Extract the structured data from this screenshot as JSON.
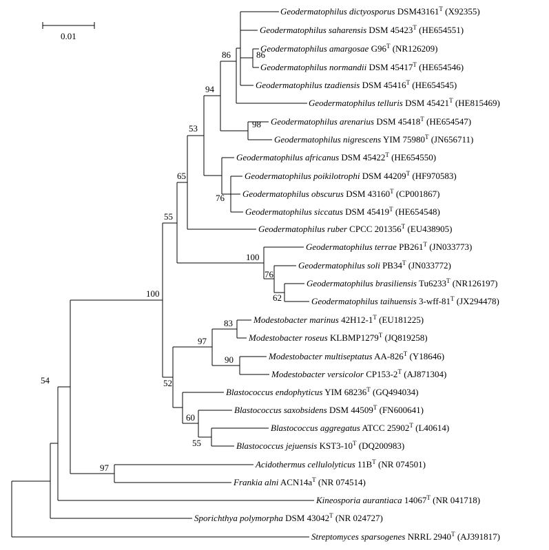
{
  "scale_bar": {
    "label": "0.01"
  },
  "taxa": [
    {
      "id": "t1",
      "genus": "Geodermatophilus",
      "species": "dictyosporus",
      "strain": "DSM43161",
      "acc": "(X92355)"
    },
    {
      "id": "t2",
      "genus": "Geodermatophilus",
      "species": "saharensis",
      "strain": "DSM 45423",
      "acc": "(HE654551)"
    },
    {
      "id": "t3",
      "genus": "Geodermatophilus",
      "species": "amargosae",
      "strain": "G96",
      "acc": "(NR126209)"
    },
    {
      "id": "t4",
      "genus": "Geodermatophilus",
      "species": "normandii",
      "strain": "DSM 45417",
      "acc": "(HE654546)"
    },
    {
      "id": "t5",
      "genus": "Geodermatophilus",
      "species": "tzadiensis",
      "strain": "DSM 45416",
      "acc": "(HE654545)"
    },
    {
      "id": "t6",
      "genus": "Geodermatophilus",
      "species": "telluris",
      "strain": "DSM 45421",
      "acc": "(HE815469)"
    },
    {
      "id": "t7",
      "genus": "Geodermatophilus",
      "species": "arenarius",
      "strain": "DSM 45418",
      "acc": "(HE654547)"
    },
    {
      "id": "t8",
      "genus": "Geodermatophilus",
      "species": "nigrescens",
      "strain": "YIM 75980",
      "acc": "(JN656711)"
    },
    {
      "id": "t9",
      "genus": "Geodermatophilus",
      "species": "africanus",
      "strain": "DSM 45422",
      "acc": "(HE654550)"
    },
    {
      "id": "t10",
      "genus": "Geodermatophilus",
      "species": "poikilotrophi",
      "strain": "DSM 44209",
      "acc": "(HF970583)"
    },
    {
      "id": "t11",
      "genus": "Geodermatophilus",
      "species": "obscurus",
      "strain": "DSM 43160",
      "acc": "(CP001867)"
    },
    {
      "id": "t12",
      "genus": "Geodermatophilus",
      "species": "siccatus",
      "strain": "DSM 45419",
      "acc": "(HE654548)"
    },
    {
      "id": "t13",
      "genus": "Geodermatophilus",
      "species": "ruber",
      "strain": "CPCC 201356",
      "acc": "(EU438905)"
    },
    {
      "id": "t14",
      "genus": "Geodermatophilus",
      "species": "terrae",
      "strain": "PB261",
      "acc": "(JN033773)"
    },
    {
      "id": "t15",
      "genus": "Geodermatophilus",
      "species": "soli",
      "strain": "PB34",
      "acc": "(JN033772)"
    },
    {
      "id": "t16",
      "genus": "Geodermatophilus",
      "species": "brasiliensis",
      "strain": "Tu6233",
      "acc": "(NR126197)"
    },
    {
      "id": "t17",
      "genus": "Geodermatophilus",
      "species": "taihuensis",
      "strain": "3-wff-81",
      "acc": "(JX294478)"
    },
    {
      "id": "t18",
      "genus": "Modestobacter",
      "species": "marinus",
      "strain": "42H12-1",
      "acc": "(EU181225)"
    },
    {
      "id": "t19",
      "genus": "Modestobacter",
      "species": "roseus",
      "strain": "KLBMP1279",
      "acc": "(JQ819258)"
    },
    {
      "id": "t20",
      "genus": "Modestobacter",
      "species": "multiseptatus",
      "strain": "AA-826",
      "acc": "(Y18646)"
    },
    {
      "id": "t21",
      "genus": "Modestobacter",
      "species": "versicolor",
      "strain": "CP153-2",
      "acc": "(AJ871304)"
    },
    {
      "id": "t22",
      "genus": "Blastococcus",
      "species": "endophyticus",
      "strain": "YIM 68236",
      "acc": "(GQ494034)"
    },
    {
      "id": "t23",
      "genus": "Blastococcus",
      "species": "saxobsidens",
      "strain": "DSM 44509",
      "acc": "(FN600641)"
    },
    {
      "id": "t24",
      "genus": "Blastococcus",
      "species": "aggregatus",
      "strain": "ATCC 25902",
      "acc": "(L40614)"
    },
    {
      "id": "t25",
      "genus": "Blastococcus",
      "species": "jejuensis",
      "strain": "KST3-10",
      "acc": "(DQ200983)"
    },
    {
      "id": "t26",
      "genus": "Acidothermus",
      "species": "cellulolyticus",
      "strain": "11B",
      "acc": "(NR 074501)"
    },
    {
      "id": "t27",
      "genus": "Frankia",
      "species": "alni",
      "strain": "ACN14a",
      "acc": "(NR 074514)"
    },
    {
      "id": "t28",
      "genus": "Kineosporia",
      "species": "aurantiaca",
      "strain": "14067",
      "acc": "(NR 041718)"
    },
    {
      "id": "t29",
      "genus": "Sporichthya",
      "species": "polymorpha",
      "strain": "DSM 43042",
      "acc": "(NR 024727)"
    },
    {
      "id": "t30",
      "genus": "Streptomyces",
      "species": "sparsogenes",
      "strain": "NRRL 2940",
      "acc": "(AJ391817)"
    }
  ],
  "type_strain_marker": "T",
  "bootstrap": [
    {
      "id": "b86a",
      "value": "86"
    },
    {
      "id": "b86b",
      "value": "86"
    },
    {
      "id": "b94",
      "value": "94"
    },
    {
      "id": "b98",
      "value": "98"
    },
    {
      "id": "b53",
      "value": "53"
    },
    {
      "id": "b76a",
      "value": "76"
    },
    {
      "id": "b65",
      "value": "65"
    },
    {
      "id": "b55a",
      "value": "55"
    },
    {
      "id": "b100a",
      "value": "100"
    },
    {
      "id": "b76b",
      "value": "76"
    },
    {
      "id": "b62",
      "value": "62"
    },
    {
      "id": "b100b",
      "value": "100"
    },
    {
      "id": "b83",
      "value": "83"
    },
    {
      "id": "b90",
      "value": "90"
    },
    {
      "id": "b97a",
      "value": "97"
    },
    {
      "id": "b60",
      "value": "60"
    },
    {
      "id": "b55b",
      "value": "55"
    },
    {
      "id": "b52",
      "value": "52"
    },
    {
      "id": "b97b",
      "value": "97"
    },
    {
      "id": "b54",
      "value": "54"
    }
  ]
}
